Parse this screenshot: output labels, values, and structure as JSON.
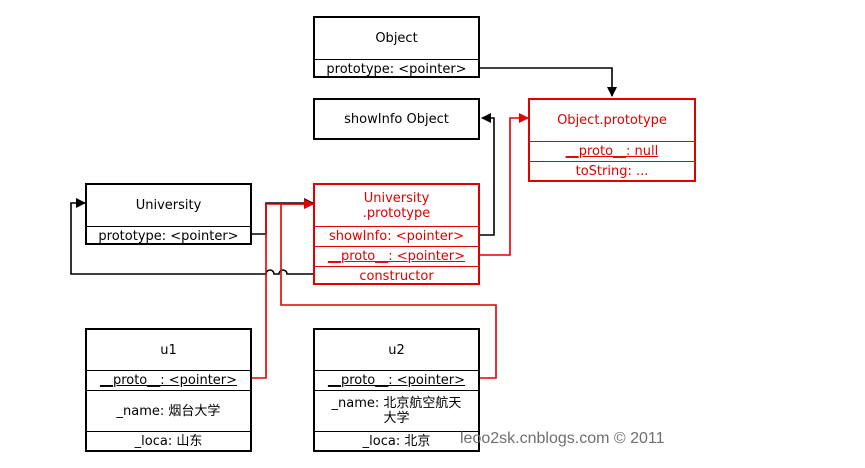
{
  "colors": {
    "black": "#000000",
    "red": "#e00000",
    "watermark": "#6f6f6f"
  },
  "object": {
    "title": "Object",
    "prototype_label": "prototype: <pointer>"
  },
  "showinfo": {
    "title": "showInfo Object"
  },
  "object_prototype": {
    "title": "Object.prototype",
    "proto_field": "__proto__: null",
    "tostring_field": "toString: ..."
  },
  "university": {
    "title": "University",
    "prototype_label": "prototype: <pointer>"
  },
  "university_prototype": {
    "title_line1": "University",
    "title_line2": ".prototype",
    "showinfo_field": "showInfo: <pointer>",
    "proto_field": "__proto__: <pointer>",
    "constructor_field": "constructor"
  },
  "u1": {
    "title": "u1",
    "proto_field": "__proto__: <pointer>",
    "name_field": "_name: 烟台大学",
    "loca_field": "_loca: 山东"
  },
  "u2": {
    "title": "u2",
    "proto_field": "__proto__: <pointer>",
    "name_line1": "_name: 北京航空航天",
    "name_line2": "大学",
    "loca_field": "_loca: 北京"
  },
  "watermark": "leoo2sk.cnblogs.com © 2011"
}
